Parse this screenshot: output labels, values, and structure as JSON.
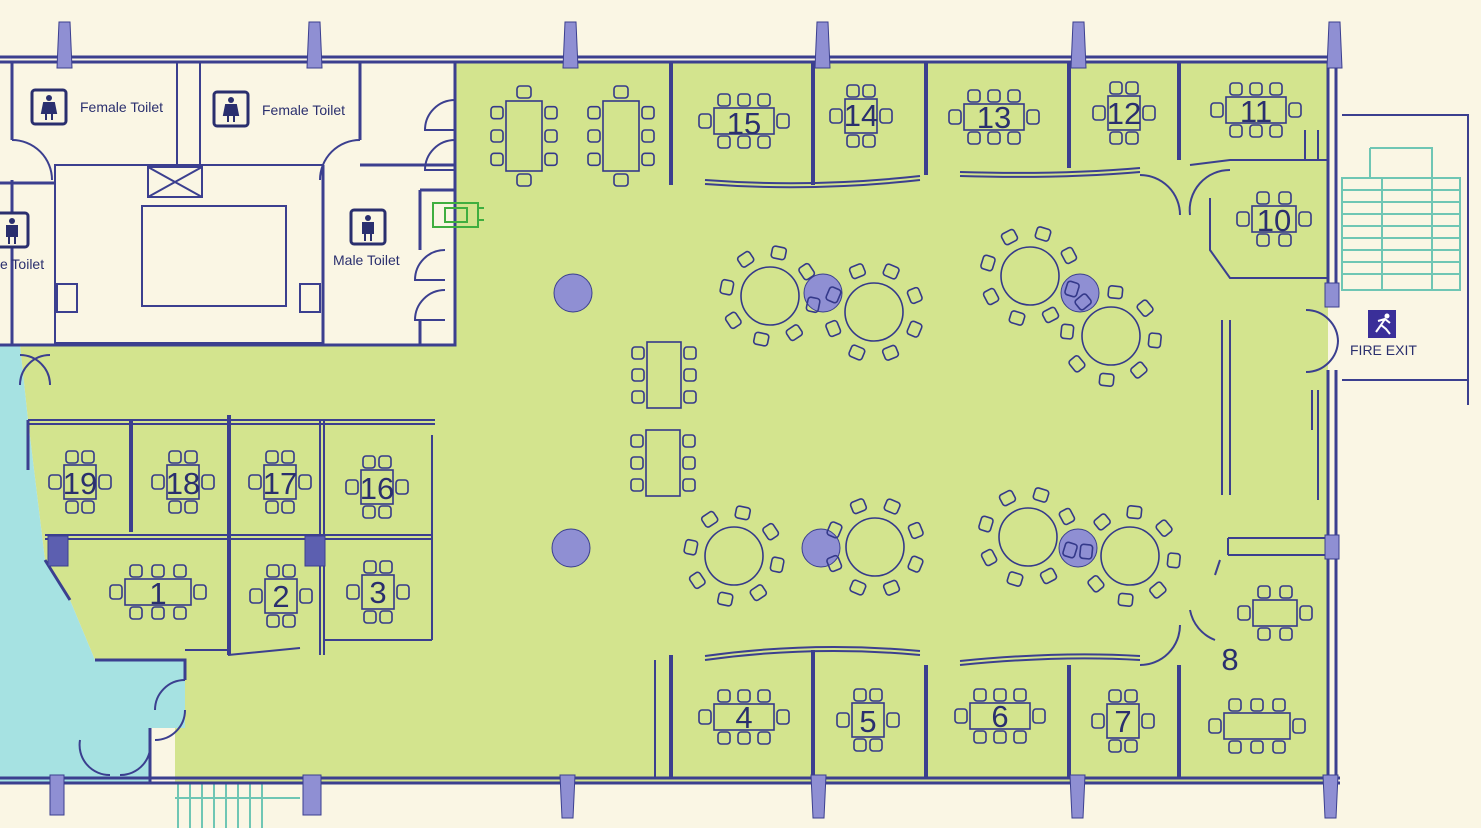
{
  "rooms": {
    "female_toilet_1": "Female Toilet",
    "female_toilet_2": "Female Toilet",
    "male_toilet": "Male Toilet",
    "partial_toilet": "e Toilet"
  },
  "fire_exit": "FIRE EXIT",
  "pods": [
    {
      "id": "pod-1",
      "label": "1"
    },
    {
      "id": "pod-2",
      "label": "2"
    },
    {
      "id": "pod-3",
      "label": "3"
    },
    {
      "id": "pod-4",
      "label": "4"
    },
    {
      "id": "pod-5",
      "label": "5"
    },
    {
      "id": "pod-6",
      "label": "6"
    },
    {
      "id": "pod-7",
      "label": "7"
    },
    {
      "id": "pod-8",
      "label": "8"
    },
    {
      "id": "pod-10",
      "label": "10"
    },
    {
      "id": "pod-11",
      "label": "11"
    },
    {
      "id": "pod-12",
      "label": "12"
    },
    {
      "id": "pod-13",
      "label": "13"
    },
    {
      "id": "pod-14",
      "label": "14"
    },
    {
      "id": "pod-15",
      "label": "15"
    },
    {
      "id": "pod-16",
      "label": "16"
    },
    {
      "id": "pod-17",
      "label": "17"
    },
    {
      "id": "pod-18",
      "label": "18"
    },
    {
      "id": "pod-19",
      "label": "19"
    }
  ],
  "colors": {
    "background": "#faf6e4",
    "office_floor": "#d3e48e",
    "corridor": "#a6e2e2",
    "wall": "#3b3f8f",
    "furniture": "#34398a",
    "column": "#8f8fd3",
    "fire_exit_sign": "#3a2f99",
    "stairs": "#6fc6b4",
    "equipment": "#3fae3f"
  }
}
